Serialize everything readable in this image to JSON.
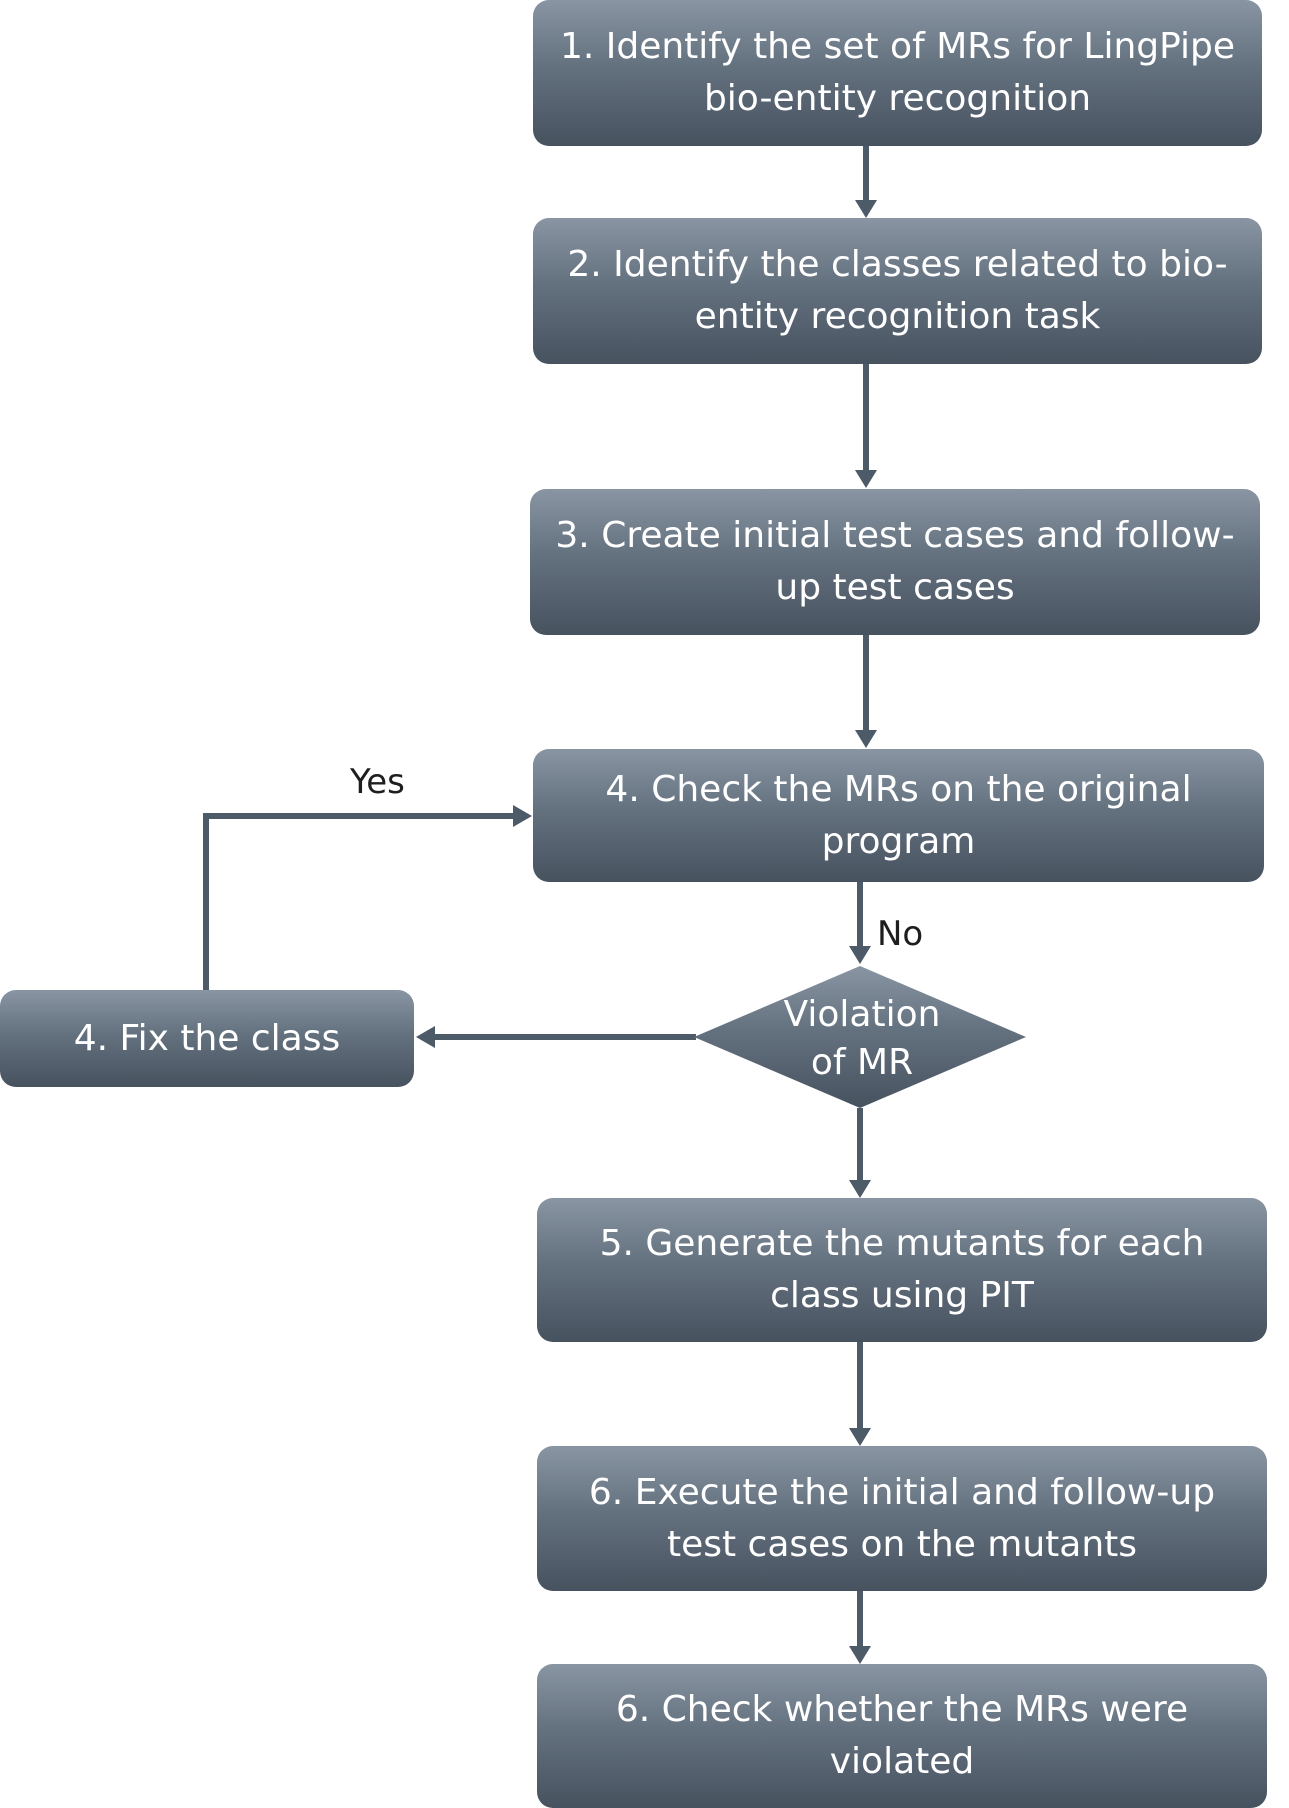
{
  "steps": {
    "step1": "1. Identify the set of MRs for LingPipe bio-entity recognition",
    "step2": "2. Identify the classes related to bio-entity recognition task",
    "step3": "3. Create initial test cases and follow-up test cases",
    "step4_check": "4. Check the MRs on the original program",
    "step4_fix": "4. Fix the class",
    "step5": "5. Generate the mutants for each class using PIT",
    "step6_execute": "6. Execute the initial and follow-up test cases on the mutants",
    "step6_check": "6. Check whether the MRs were violated"
  },
  "decision": {
    "line1": "Violation",
    "line2": "of MR"
  },
  "edge_labels": {
    "yes": "Yes",
    "no": "No"
  },
  "colors": {
    "box_top": "#8995a3",
    "box_bottom": "#47525f",
    "connector": "#4d5a68"
  }
}
